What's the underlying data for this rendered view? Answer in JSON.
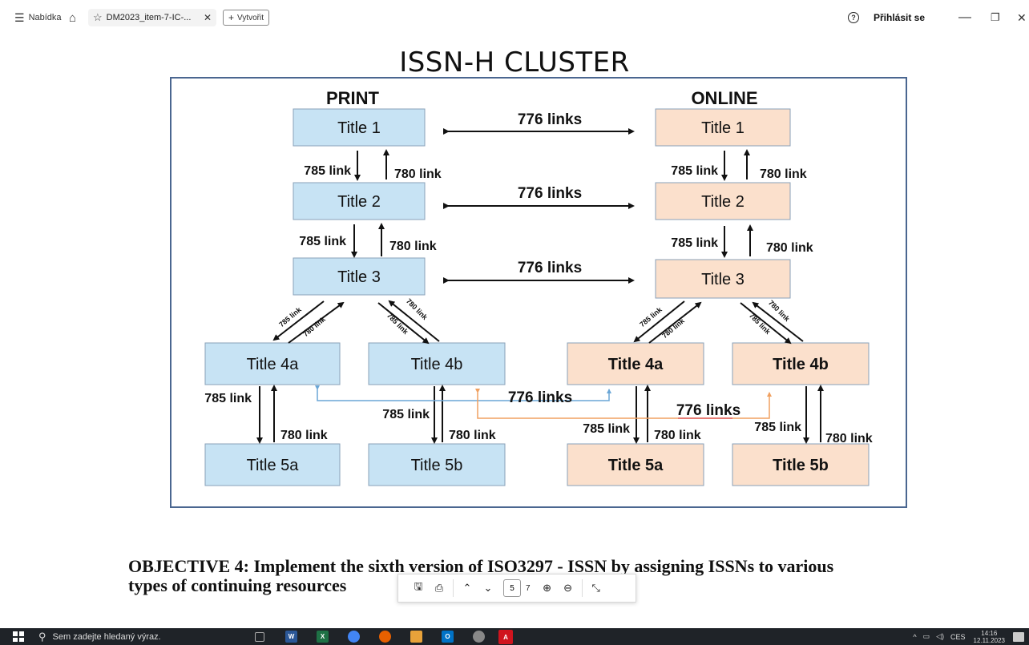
{
  "browser": {
    "menu_label": "Nabídka",
    "tab_title": "DM2023_item-7-IC-...",
    "new_label": "Vytvořit",
    "login_label": "Přihlásit se",
    "help_glyph": "?",
    "min_glyph": "—",
    "max_glyph": "❐",
    "close_glyph": "✕",
    "tab_close_glyph": "✕",
    "home_glyph": "⌂",
    "star_glyph": "☆",
    "menu_glyph": "☰"
  },
  "document": {
    "slide_title": "ISSN-H CLUSTER",
    "diagram": {
      "print_header": "PRINT",
      "online_header": "ONLINE",
      "print_titles": {
        "t1": "Title 1",
        "t2": "Title 2",
        "t3": "Title 3",
        "t4a": "Title 4a",
        "t4b": "Title 4b",
        "t5a": "Title 5a",
        "t5b": "Title 5b"
      },
      "online_titles": {
        "t1": "Title 1",
        "t2": "Title 2",
        "t3": "Title 3",
        "t4a": "Title 4a",
        "t4b": "Title 4b",
        "t5a": "Title 5a",
        "t5b": "Title 5b"
      },
      "links_776": "776 links",
      "link_785": "785 link",
      "link_780": "780 link",
      "colors": {
        "print_fill": "#c7e3f4",
        "online_fill": "#fbe0cc",
        "box_stroke": "#8aa0b8",
        "blue_line": "#6aa6d6",
        "orange_line": "#f0a060",
        "red_line": "#e06060"
      }
    },
    "objective_line1": "OBJECTIVE 4: Implement the sixth version of ISO3297 - ISSN by assigning ISSNs to various",
    "objective_line2": "types of continuing resources"
  },
  "pdf_toolbar": {
    "save_glyph": "🖫",
    "print_glyph": "⎙",
    "prev_glyph": "⌃",
    "next_glyph": "⌄",
    "page_current": "5",
    "page_total": "7",
    "zoom_in_glyph": "⊕",
    "zoom_out_glyph": "⊖",
    "fit_glyph": "⤡"
  },
  "taskbar": {
    "search_placeholder": "Sem zadejte hledaný výraz.",
    "search_glyph": "⚲",
    "tray_lang": "CES",
    "tray_up": "^",
    "time": "14:16",
    "date": "12.11.2023"
  }
}
